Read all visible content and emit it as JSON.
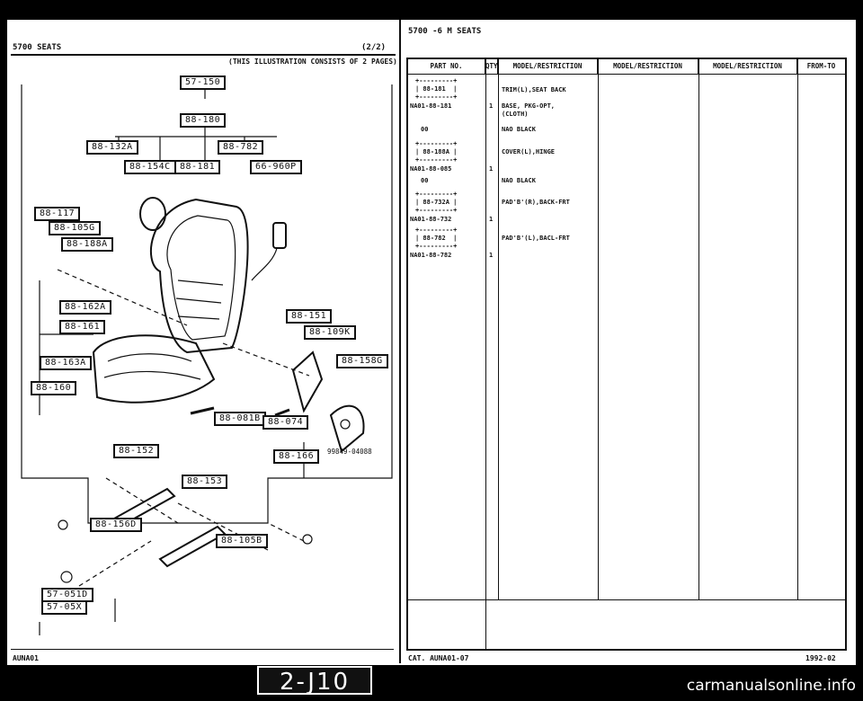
{
  "header": {
    "left_title": "5700   SEATS",
    "page_of": "(2/2)",
    "illustration_note": "(THIS ILLUSTRATION CONSISTS OF  2 PAGES)",
    "top_title": "5700  -6 M  SEATS"
  },
  "table": {
    "columns": [
      "PART NO.",
      "QTY",
      "MODEL/RESTRICTION",
      "MODEL/RESTRICTION",
      "MODEL/RESTRICTION",
      "FROM-TO"
    ],
    "rows": [
      {
        "box": "+---------+\n| 88-181  |\n+---------+",
        "part": "NA01-88-181",
        "qty": "1",
        "desc": "TRIM(L),SEAT BACK",
        "desc2": "BASE, PKG-OPT,\n(CLOTH)",
        "sub": "00",
        "sub_desc": "NAO BLACK"
      },
      {
        "box": "+---------+\n| 88-188A |\n+---------+",
        "part": "NA01-88-085",
        "qty": "1",
        "desc": "COVER(L),HINGE",
        "sub": "00",
        "sub_desc": "NAO BLACK"
      },
      {
        "box": "+---------+\n| 88-732A |\n+---------+",
        "part": "NA01-88-732",
        "qty": "1",
        "desc": "PAD'B'(R),BACK-FRT"
      },
      {
        "box": "+---------+\n| 88-782  |\n+---------+",
        "part": "NA01-88-782",
        "qty": "1",
        "desc": "PAD'B'(L),BACL-FRT"
      }
    ]
  },
  "callouts": [
    "57-150",
    "88-180",
    "88-132A",
    "88-782",
    "88-154C",
    "88-181",
    "66-960P",
    "88-117",
    "88-105G",
    "88-188A",
    "88-162A",
    "88-161",
    "88-163A",
    "88-160",
    "88-151",
    "88-109K",
    "88-158G",
    "88-081B",
    "88-074",
    "88-166",
    "88-152",
    "88-153",
    "88-156D",
    "88-105B",
    "57-051D",
    "57-05X"
  ],
  "figure_code": "99849-04088",
  "footer": {
    "left": "AUNA01",
    "catalog": "CAT. AUNA01-07",
    "date": "1992-02",
    "page_tag": "2-J10",
    "watermark": "carmanualsonline.info"
  }
}
